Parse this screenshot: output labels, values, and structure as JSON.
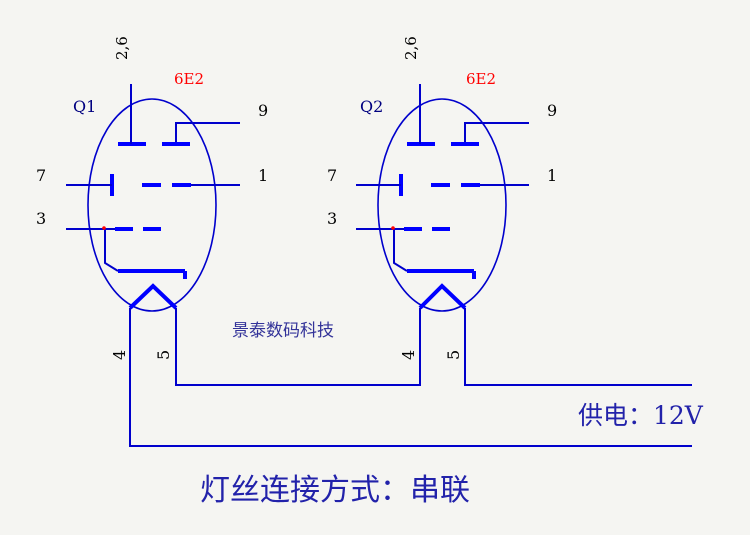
{
  "colors": {
    "background": "#f5f5f2",
    "wire": "#0000cc",
    "electrode": "#0000ff",
    "envelope": "#0000cc",
    "label": "#000000",
    "designator": "#000080",
    "model": "#ff0000",
    "caption": "#2222aa",
    "watermark": "#333399"
  },
  "tubes": [
    {
      "designator": "Q1",
      "model": "6E2",
      "pins": {
        "anode": "2,6",
        "grid_top": "9",
        "left_mid": "7",
        "right_mid": "1",
        "left_low": "3",
        "heater_a": "4",
        "heater_b": "5"
      }
    },
    {
      "designator": "Q2",
      "model": "6E2",
      "pins": {
        "anode": "2,6",
        "grid_top": "9",
        "left_mid": "7",
        "right_mid": "1",
        "left_low": "3",
        "heater_a": "4",
        "heater_b": "5"
      }
    }
  ],
  "watermark": "景泰数码科技",
  "supply_label": "供电：12V",
  "caption": "灯丝连接方式：串联"
}
